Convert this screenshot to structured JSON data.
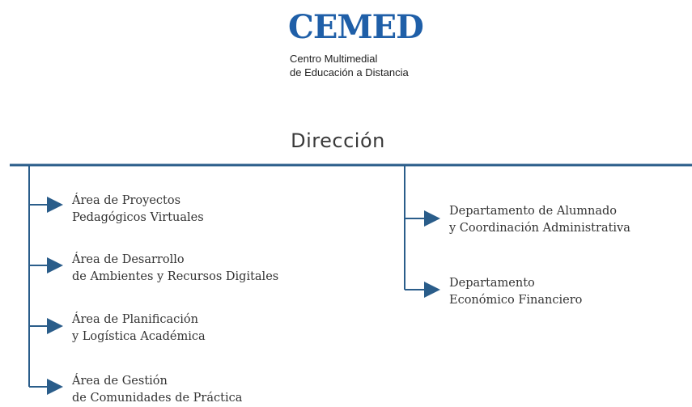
{
  "logo": {
    "name": "CEMED",
    "line1": "Centro Multimedial",
    "line2": "de Educación a Distancia"
  },
  "title": "Dirección",
  "left_units": [
    {
      "line1": "Área de Proyectos",
      "line2": "Pedagógicos Virtuales"
    },
    {
      "line1": "Área de Desarrollo",
      "line2": "de Ambientes y Recursos Digitales"
    },
    {
      "line1": "Área de Planificación",
      "line2": "y Logística Académica"
    },
    {
      "line1": "Área de Gestión",
      "line2": "de Comunidades de Práctica"
    }
  ],
  "right_units": [
    {
      "line1": "Departamento de Alumnado",
      "line2": "y Coordinación  Administrativa"
    },
    {
      "line1": "Departamento",
      "line2": "Económico Financiero"
    }
  ],
  "colors": {
    "brand": "#1f5fa8",
    "line": "#2a5d8a",
    "text": "#333333"
  }
}
